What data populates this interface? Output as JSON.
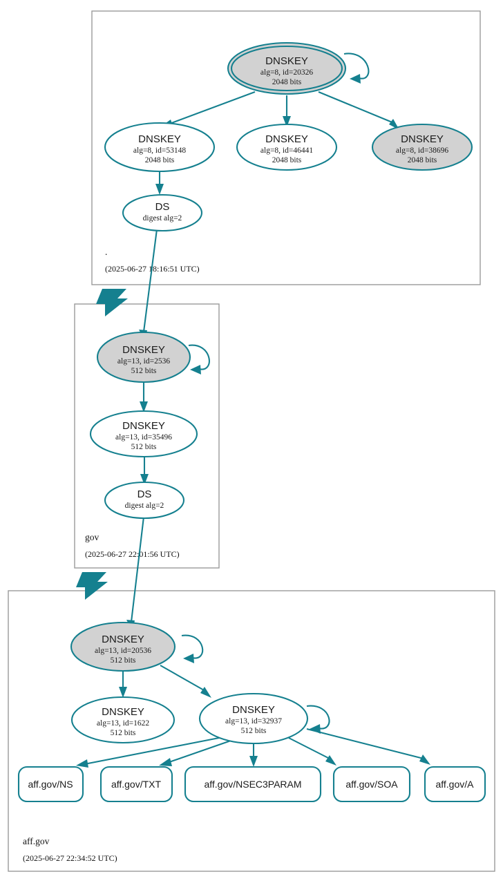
{
  "diagram": {
    "type": "dnssec-authentication-chain",
    "title": "DNSSEC authentication chain for aff.gov",
    "colors": {
      "accent": "#15808f",
      "node_fill_secure": "#d2d2d2",
      "node_fill_plain": "#ffffff",
      "zone_border": "#9a9a9a",
      "text": "#1a1a1a",
      "background": "#ffffff"
    }
  },
  "zones": [
    {
      "id": "root",
      "name": ".",
      "timestamp": "(2025-06-27 18:16:51 UTC)",
      "nodes": [
        {
          "id": "root-ksk-20326",
          "kind": "DNSKEY",
          "type_label": "DNSKEY",
          "detail": "alg=8, id=20326",
          "size": "2048 bits",
          "shape": "doubleellipse",
          "fill": "gray",
          "self_signed": true,
          "trust_anchor": true
        },
        {
          "id": "root-zsk-53148",
          "kind": "DNSKEY",
          "type_label": "DNSKEY",
          "detail": "alg=8, id=53148",
          "size": "2048 bits",
          "shape": "ellipse",
          "fill": "white",
          "self_signed": false,
          "trust_anchor": false
        },
        {
          "id": "root-zsk-46441",
          "kind": "DNSKEY",
          "type_label": "DNSKEY",
          "detail": "alg=8, id=46441",
          "size": "2048 bits",
          "shape": "ellipse",
          "fill": "white",
          "self_signed": false,
          "trust_anchor": false
        },
        {
          "id": "root-zsk-38696",
          "kind": "DNSKEY",
          "type_label": "DNSKEY",
          "detail": "alg=8, id=38696",
          "size": "2048 bits",
          "shape": "ellipse",
          "fill": "gray",
          "self_signed": false,
          "trust_anchor": false
        },
        {
          "id": "root-ds-gov",
          "kind": "DS",
          "type_label": "DS",
          "detail": "digest alg=2",
          "size": "",
          "shape": "ellipse",
          "fill": "white",
          "self_signed": false,
          "trust_anchor": false
        }
      ]
    },
    {
      "id": "gov",
      "name": "gov",
      "timestamp": "(2025-06-27 22:01:56 UTC)",
      "nodes": [
        {
          "id": "gov-ksk-2536",
          "kind": "DNSKEY",
          "type_label": "DNSKEY",
          "detail": "alg=13, id=2536",
          "size": "512 bits",
          "shape": "ellipse",
          "fill": "gray",
          "self_signed": true,
          "trust_anchor": false
        },
        {
          "id": "gov-zsk-35496",
          "kind": "DNSKEY",
          "type_label": "DNSKEY",
          "detail": "alg=13, id=35496",
          "size": "512 bits",
          "shape": "ellipse",
          "fill": "white",
          "self_signed": false,
          "trust_anchor": false
        },
        {
          "id": "gov-ds-affgov",
          "kind": "DS",
          "type_label": "DS",
          "detail": "digest alg=2",
          "size": "",
          "shape": "ellipse",
          "fill": "white",
          "self_signed": false,
          "trust_anchor": false
        }
      ]
    },
    {
      "id": "affgov",
      "name": "aff.gov",
      "timestamp": "(2025-06-27 22:34:52 UTC)",
      "nodes": [
        {
          "id": "affgov-ksk-20536",
          "kind": "DNSKEY",
          "type_label": "DNSKEY",
          "detail": "alg=13, id=20536",
          "size": "512 bits",
          "shape": "ellipse",
          "fill": "gray",
          "self_signed": true,
          "trust_anchor": false
        },
        {
          "id": "affgov-zsk-1622",
          "kind": "DNSKEY",
          "type_label": "DNSKEY",
          "detail": "alg=13, id=1622",
          "size": "512 bits",
          "shape": "ellipse",
          "fill": "white",
          "self_signed": false,
          "trust_anchor": false
        },
        {
          "id": "affgov-zsk-32937",
          "kind": "DNSKEY",
          "type_label": "DNSKEY",
          "detail": "alg=13, id=32937",
          "size": "512 bits",
          "shape": "ellipse",
          "fill": "white",
          "self_signed": true,
          "trust_anchor": false
        }
      ],
      "rrsets": [
        {
          "id": "rr-ns",
          "label": "aff.gov/NS"
        },
        {
          "id": "rr-txt",
          "label": "aff.gov/TXT"
        },
        {
          "id": "rr-nsec3param",
          "label": "aff.gov/NSEC3PARAM"
        },
        {
          "id": "rr-soa",
          "label": "aff.gov/SOA"
        },
        {
          "id": "rr-a",
          "label": "aff.gov/A"
        }
      ]
    }
  ],
  "edges": [
    {
      "from": "root-ksk-20326",
      "to": "root-ksk-20326",
      "kind": "self-sign"
    },
    {
      "from": "root-ksk-20326",
      "to": "root-zsk-53148",
      "kind": "rrsig"
    },
    {
      "from": "root-ksk-20326",
      "to": "root-zsk-46441",
      "kind": "rrsig"
    },
    {
      "from": "root-ksk-20326",
      "to": "root-zsk-38696",
      "kind": "rrsig"
    },
    {
      "from": "root-zsk-53148",
      "to": "root-ds-gov",
      "kind": "rrsig"
    },
    {
      "from": "root-ds-gov",
      "to": "gov-ksk-2536",
      "kind": "ds-delegation"
    },
    {
      "from": "gov-ksk-2536",
      "to": "gov-ksk-2536",
      "kind": "self-sign"
    },
    {
      "from": "gov-ksk-2536",
      "to": "gov-zsk-35496",
      "kind": "rrsig"
    },
    {
      "from": "gov-zsk-35496",
      "to": "gov-ds-affgov",
      "kind": "rrsig"
    },
    {
      "from": "gov-ds-affgov",
      "to": "affgov-ksk-20536",
      "kind": "ds-delegation"
    },
    {
      "from": "affgov-ksk-20536",
      "to": "affgov-ksk-20536",
      "kind": "self-sign"
    },
    {
      "from": "affgov-ksk-20536",
      "to": "affgov-zsk-1622",
      "kind": "rrsig"
    },
    {
      "from": "affgov-ksk-20536",
      "to": "affgov-zsk-32937",
      "kind": "rrsig"
    },
    {
      "from": "affgov-zsk-32937",
      "to": "affgov-zsk-32937",
      "kind": "self-sign"
    },
    {
      "from": "affgov-zsk-32937",
      "to": "rr-ns",
      "kind": "rrsig"
    },
    {
      "from": "affgov-zsk-32937",
      "to": "rr-txt",
      "kind": "rrsig"
    },
    {
      "from": "affgov-zsk-32937",
      "to": "rr-nsec3param",
      "kind": "rrsig"
    },
    {
      "from": "affgov-zsk-32937",
      "to": "rr-soa",
      "kind": "rrsig"
    },
    {
      "from": "affgov-zsk-32937",
      "to": "rr-a",
      "kind": "rrsig"
    }
  ]
}
